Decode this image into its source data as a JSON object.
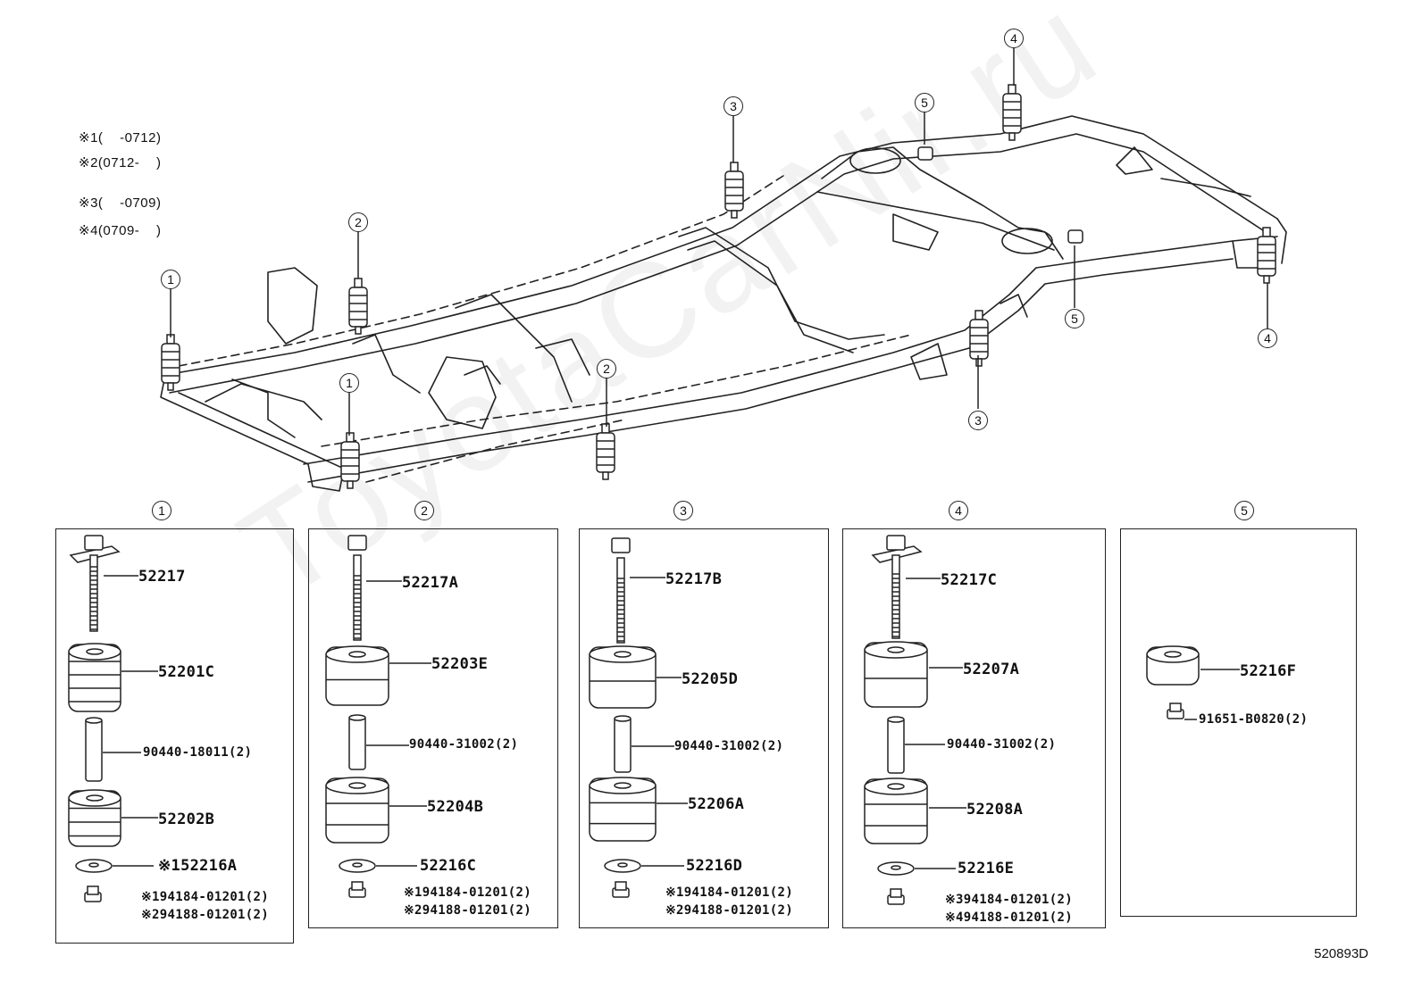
{
  "legend": [
    {
      "mark": "※1",
      "range": "(    -0712)"
    },
    {
      "mark": "※2",
      "range": "(0712-    )"
    },
    {
      "mark": "※3",
      "range": "(    -0709)"
    },
    {
      "mark": "※4",
      "range": "(0709-    )"
    }
  ],
  "frame_callouts": [
    "1",
    "1",
    "2",
    "2",
    "3",
    "3",
    "4",
    "4",
    "5",
    "5"
  ],
  "groups": [
    {
      "id": "1",
      "bolt": "52217",
      "upper": "52201C",
      "collar": "90440-18011(2)",
      "lower": "52202B",
      "washer": "※152216A",
      "nut1": "※194184-01201(2)",
      "nut2": "※294188-01201(2)"
    },
    {
      "id": "2",
      "bolt": "52217A",
      "upper": "52203E",
      "collar": "90440-31002(2)",
      "lower": "52204B",
      "washer": "52216C",
      "nut1": "※194184-01201(2)",
      "nut2": "※294188-01201(2)"
    },
    {
      "id": "3",
      "bolt": "52217B",
      "upper": "52205D",
      "collar": "90440-31002(2)",
      "lower": "52206A",
      "washer": "52216D",
      "nut1": "※194184-01201(2)",
      "nut2": "※294188-01201(2)"
    },
    {
      "id": "4",
      "bolt": "52217C",
      "upper": "52207A",
      "collar": "90440-31002(2)",
      "lower": "52208A",
      "washer": "52216E",
      "nut1": "※394184-01201(2)",
      "nut2": "※494188-01201(2)"
    },
    {
      "id": "5",
      "cushion": "52216F",
      "screw": "91651-B0820(2)"
    }
  ],
  "diagram_code": "520893D",
  "watermark": "ToyotaCarNir.ru"
}
